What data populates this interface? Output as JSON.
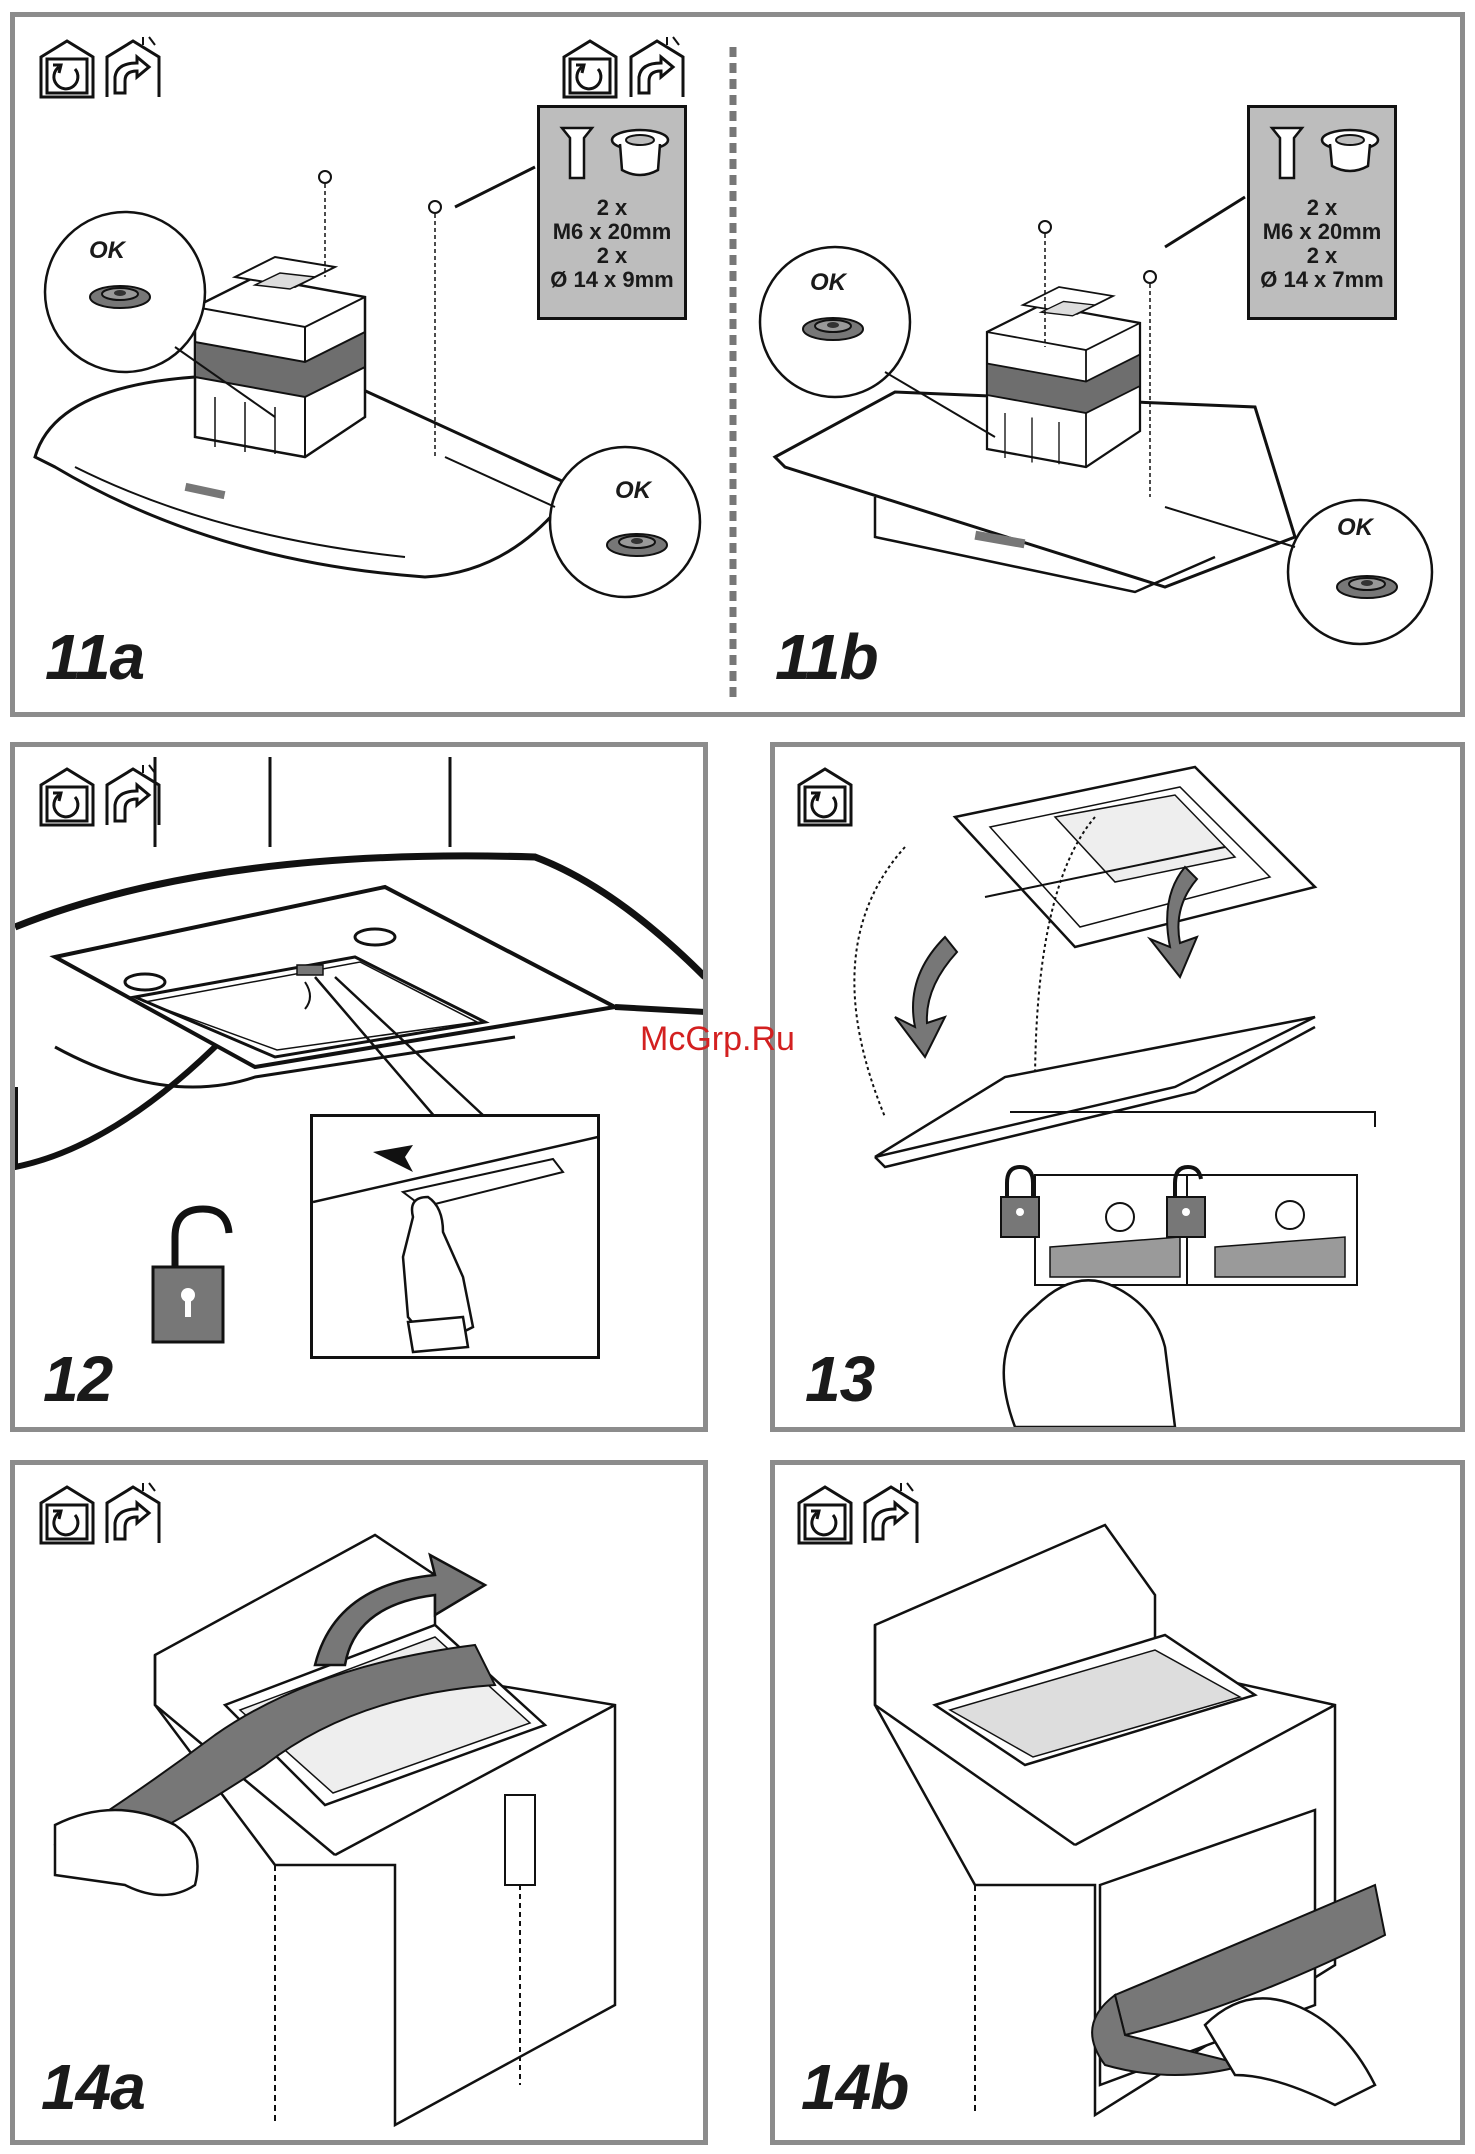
{
  "panels": {
    "p11": {
      "label_a": "11a",
      "label_b": "11b",
      "spec_a": {
        "l1": "2 x",
        "l2": "M6 x 20mm",
        "l3": "2 x",
        "l4": "Ø 14 x 9mm"
      },
      "spec_b": {
        "l1": "2 x",
        "l2": "M6 x 20mm",
        "l3": "2 x",
        "l4": "Ø 14 x 7mm"
      },
      "ok": "OK"
    },
    "p12": {
      "label": "12"
    },
    "p13": {
      "label": "13"
    },
    "p14a": {
      "label": "14a"
    },
    "p14b": {
      "label": "14b"
    }
  },
  "watermark": "McGrp.Ru",
  "icons": [
    "recirculation-house-icon",
    "ducted-exhaust-house-icon",
    "padlock-open-icon",
    "padlock-closed-icon"
  ],
  "colors": {
    "frame": "#8c8c8c",
    "band": "#7a7a7a",
    "spec_bg": "#bdbdbd",
    "watermark": "#d32020"
  }
}
